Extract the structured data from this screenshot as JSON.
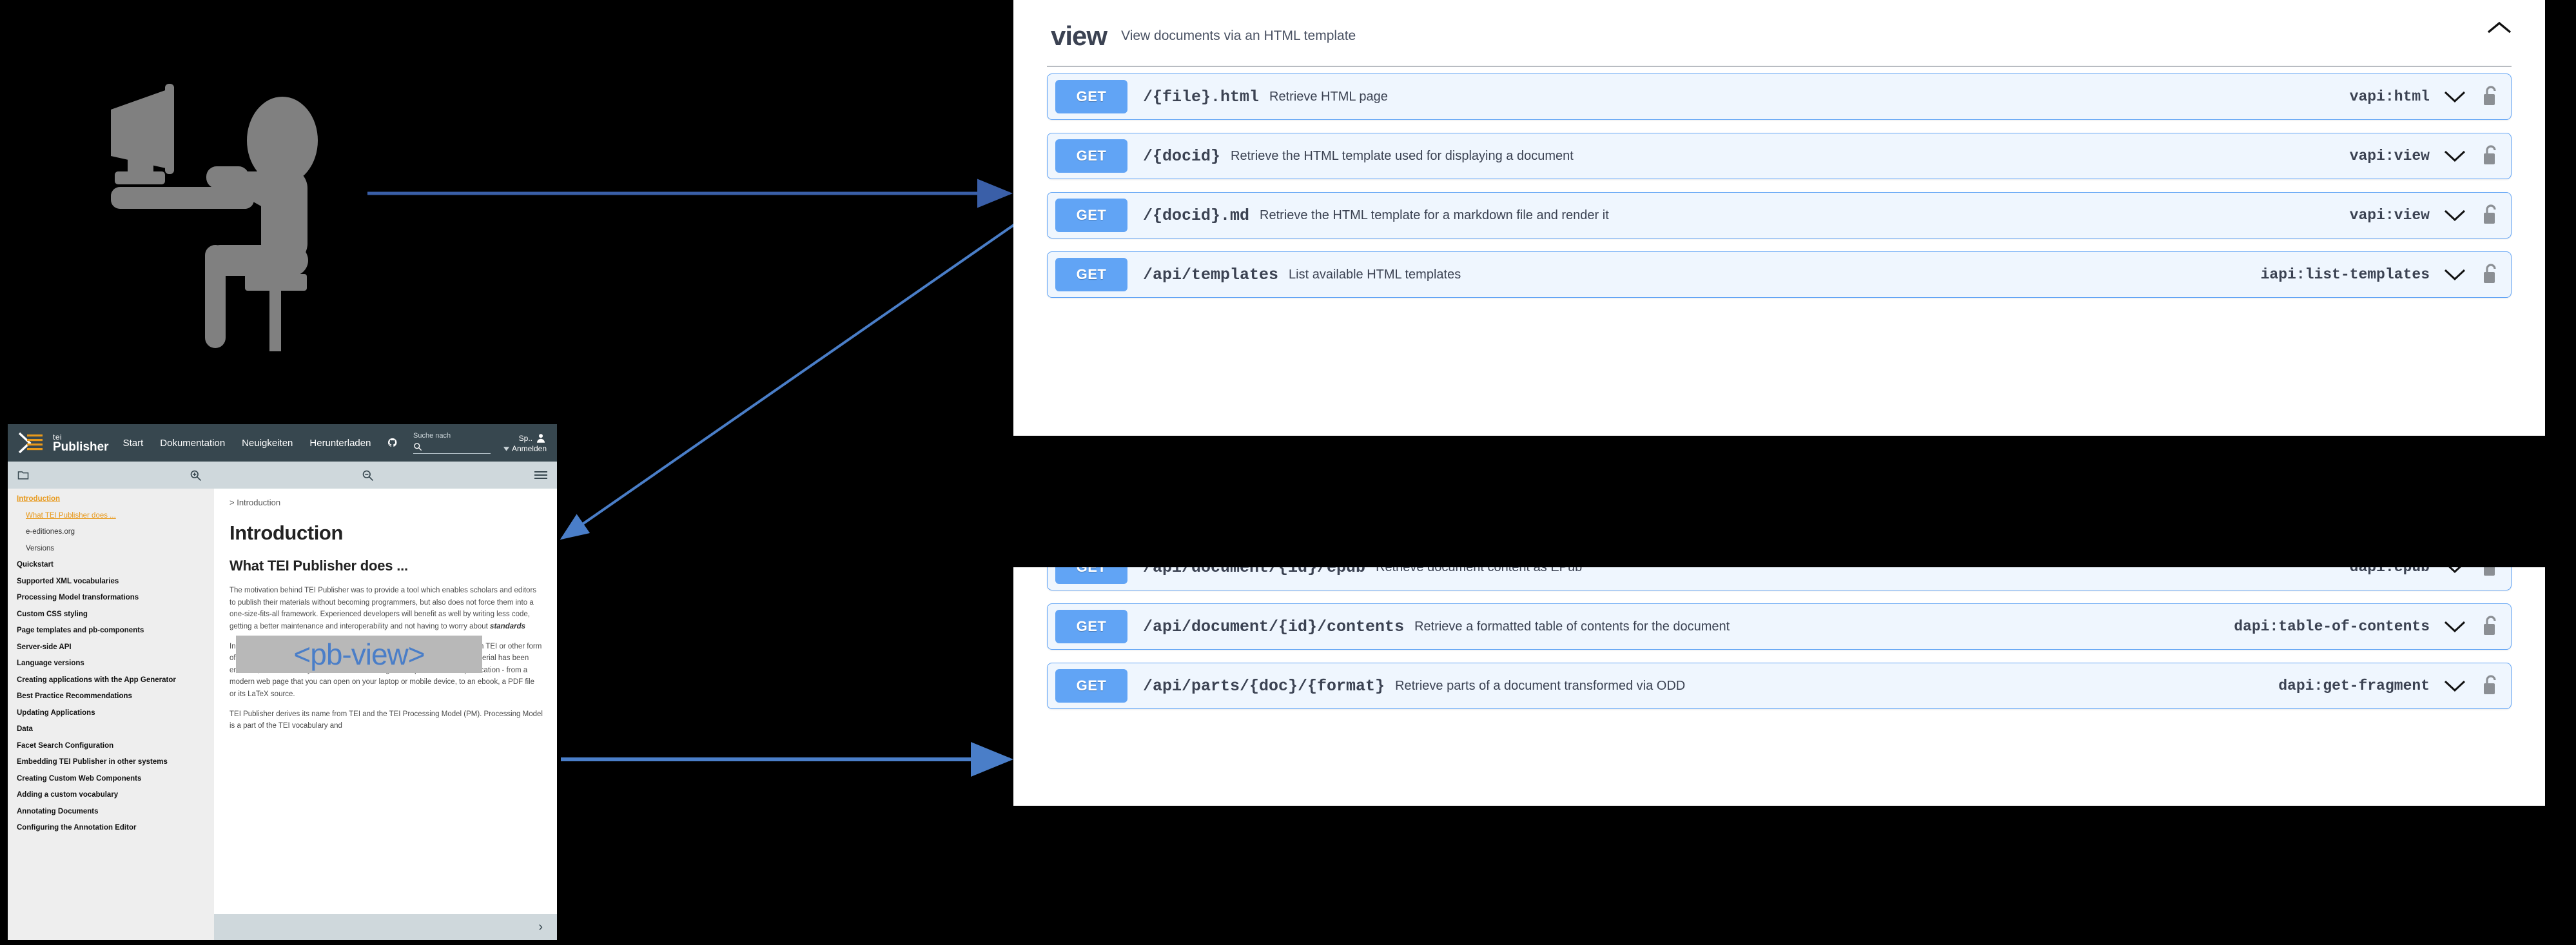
{
  "illustration": {
    "name": "person-at-computer",
    "color": "#808080"
  },
  "arrows": {
    "color_dark": "#3a5fa8",
    "color_light": "#4a7ec8",
    "items": [
      {
        "name": "arrow-user-to-view-api",
        "from": "person",
        "to": "view-panel-row-1"
      },
      {
        "name": "arrow-view-api-to-browser",
        "from": "view-panel-row-1",
        "to": "tei-publisher-screenshot"
      },
      {
        "name": "arrow-pbview-to-document-api",
        "from": "pb-view-element",
        "to": "document-panel-last-row"
      }
    ]
  },
  "tei_publisher": {
    "navbar": {
      "logo_line1": "tei",
      "logo_line2": "Publisher",
      "links": [
        "Start",
        "Dokumentation",
        "Neuigkeiten",
        "Herunterladen"
      ],
      "github_icon": "github-icon",
      "search_label": "Suche nach",
      "search_value": "",
      "language_label": "Sp..",
      "account_label": "Anmelden"
    },
    "toolbar": {
      "folder_icon": "folder-icon",
      "zoom_in_icon": "zoom-in-icon",
      "zoom_out_icon": "zoom-out-icon",
      "menu_icon": "hamburger-menu-icon"
    },
    "sidebar": [
      {
        "label": "Introduction",
        "level": 1,
        "active": true
      },
      {
        "label": "What TEI Publisher does ...",
        "level": 2,
        "active": true
      },
      {
        "label": "e-editiones.org",
        "level": 2,
        "active": false
      },
      {
        "label": "Versions",
        "level": 2,
        "active": false
      },
      {
        "label": "Quickstart",
        "level": 0,
        "active": false
      },
      {
        "label": "Supported XML vocabularies",
        "level": 0,
        "active": false
      },
      {
        "label": "Processing Model transformations",
        "level": 0,
        "active": false
      },
      {
        "label": "Custom CSS styling",
        "level": 0,
        "active": false
      },
      {
        "label": "Page templates and pb-components",
        "level": 0,
        "active": false
      },
      {
        "label": "Server-side API",
        "level": 0,
        "active": false
      },
      {
        "label": "Language versions",
        "level": 0,
        "active": false
      },
      {
        "label": "Creating applications with the App Generator",
        "level": 0,
        "active": false
      },
      {
        "label": "Best Practice Recommendations",
        "level": 0,
        "active": false
      },
      {
        "label": "Updating Applications",
        "level": 0,
        "active": false
      },
      {
        "label": "Data",
        "level": 0,
        "active": false
      },
      {
        "label": "Facet Search Configuration",
        "level": 0,
        "active": false
      },
      {
        "label": "Embedding TEI Publisher in other systems",
        "level": 0,
        "active": false
      },
      {
        "label": "Creating Custom Web Components",
        "level": 0,
        "active": false
      },
      {
        "label": "Adding a custom vocabulary",
        "level": 0,
        "active": false
      },
      {
        "label": "Annotating Documents",
        "level": 0,
        "active": false
      },
      {
        "label": "Configuring the Annotation Editor",
        "level": 0,
        "active": false
      }
    ],
    "content": {
      "breadcrumb": "> Introduction",
      "h1": "Introduction",
      "h2": "What TEI Publisher does ...",
      "p1": "The motivation behind TEI Publisher was to provide a tool which enables scholars and editors to publish their materials without becoming programmers, but also does not force them into a one-size-fits-all framework. Experienced developers will benefit as well by writing less code, getting a better maintenance and interoperability and not having to worry about",
      "p1_em": "standards",
      "p2": "In Publisher, it all starts with your source documents - regardless if they are in TEI or other form of XML: DocBook, MS Word (DOCX) or JATS. No matter how the source material has been encoded, it can be easily transformed into a range of output formats for publication - from a modern web page that you can open on your laptop or mobile device, to an ebook, a PDF file or its LaTeX source.",
      "p3": "TEI Publisher derives its name from TEI and the TEI Processing Model (PM). Processing Model is a part of the TEI vocabulary and",
      "overlay_badge": "<pb-view>",
      "pager_next": "›"
    }
  },
  "api_panels": [
    {
      "id": "view",
      "logo": "view",
      "description": "View documents via an HTML template",
      "collapse_icon": "chevron-up-icon",
      "operations": [
        {
          "method": "GET",
          "path": "/{file}.html",
          "summary": "Retrieve HTML page",
          "tag": "vapi:html",
          "chevron": "chevron-down-icon",
          "lock": "unlock-icon"
        },
        {
          "method": "GET",
          "path": "/{docid}",
          "summary": "Retrieve the HTML template used for displaying a document",
          "tag": "vapi:view",
          "chevron": "chevron-down-icon",
          "lock": "unlock-icon"
        },
        {
          "method": "GET",
          "path": "/{docid}.md",
          "summary": "Retrieve the HTML template for a markdown file and render it",
          "tag": "vapi:view",
          "chevron": "chevron-down-icon",
          "lock": "unlock-icon"
        },
        {
          "method": "GET",
          "path": "/api/templates",
          "summary": "List available HTML templates",
          "tag": "iapi:list-templates",
          "chevron": "chevron-down-icon",
          "lock": "unlock-icon"
        }
      ]
    },
    {
      "id": "document",
      "operations": [
        {
          "method": "GET",
          "path": "/api/document/{id}/epub",
          "summary": "Retrieve document content as EPub",
          "tag": "dapi:epub",
          "chevron": "chevron-down-icon",
          "lock": "unlock-icon"
        },
        {
          "method": "GET",
          "path": "/api/document/{id}/contents",
          "summary": "Retrieve a formatted table of contents for the document",
          "tag": "dapi:table-of-contents",
          "chevron": "chevron-down-icon",
          "lock": "unlock-icon"
        },
        {
          "method": "GET",
          "path": "/api/parts/{doc}/{format}",
          "summary": "Retrieve parts of a document transformed via ODD",
          "tag": "dapi:get-fragment",
          "chevron": "chevron-down-icon",
          "lock": "unlock-icon"
        }
      ]
    }
  ],
  "colors": {
    "method_blue": "#61a4f5",
    "row_bg": "#eff6fe",
    "text_dark": "#3b4252",
    "tei_navbar": "#37474f",
    "tei_accent": "#e8991b",
    "arrow_blue": "#3a5fa8"
  }
}
